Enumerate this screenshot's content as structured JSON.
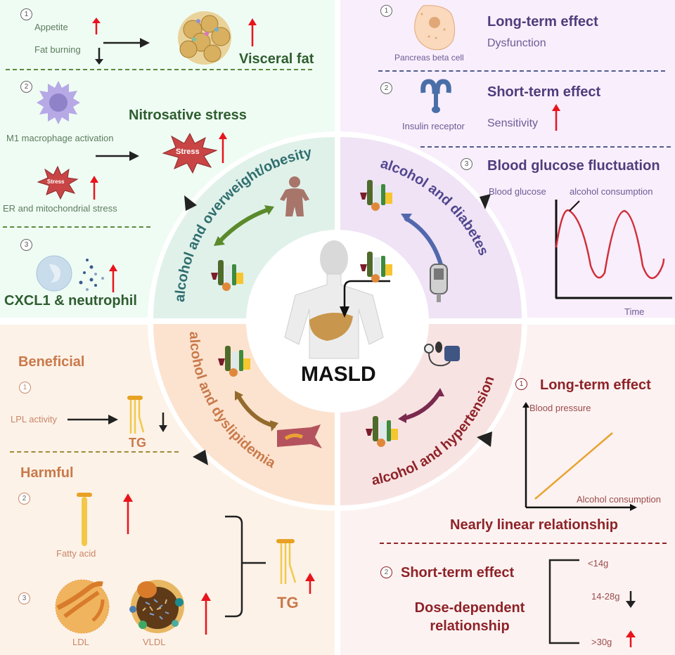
{
  "center": {
    "label": "MASLD"
  },
  "obesity": {
    "arc_label": "alcohol and overweight/obesity",
    "section1": {
      "num": "1",
      "appetite": "Appetite",
      "fat_burning": "Fat burning",
      "result": "Visceral fat"
    },
    "section2": {
      "num": "2",
      "macrophage": "M1 macrophage activation",
      "title": "Nitrosative stress",
      "stress_badge": "Stress",
      "er_stress": "ER and mitochondrial stress"
    },
    "section3": {
      "num": "3",
      "title": "CXCL1 & neutrophil"
    }
  },
  "diabetes": {
    "arc_label": "alcohol and diabetes",
    "section1": {
      "num": "1",
      "cell": "Pancreas beta cell",
      "title": "Long-term effect",
      "detail": "Dysfunction"
    },
    "section2": {
      "num": "2",
      "receptor": "Insulin receptor",
      "title": "Short-term effect",
      "detail": "Sensitivity"
    },
    "section3": {
      "num": "3",
      "title": "Blood glucose fluctuation",
      "y_label": "Blood glucose",
      "annotation": "alcohol consumption",
      "x_label": "Time"
    }
  },
  "dyslipidemia": {
    "arc_label": "alcohol and dyslipidemia",
    "beneficial": {
      "title": "Beneficial",
      "num": "1",
      "lpl": "LPL activity",
      "tg": "TG"
    },
    "harmful": {
      "title": "Harmful",
      "num2": "2",
      "fatty_acid": "Fatty acid",
      "num3": "3",
      "ldl": "LDL",
      "vldl": "VLDL",
      "tg": "TG"
    }
  },
  "hypertension": {
    "arc_label": "alcohol and hypertension",
    "section1": {
      "num": "1",
      "title": "Long-term effect",
      "y_label": "Blood pressure",
      "x_label": "Alcohol consumption",
      "relationship": "Nearly linear relationship"
    },
    "section2": {
      "num": "2",
      "title": "Short-term effect",
      "relationship_line1": "Dose-dependent",
      "relationship_line2": "relationship",
      "doses": [
        "<14g",
        "14-28g",
        ">30g"
      ]
    }
  },
  "colors": {
    "up_arrow": "#e8141c",
    "down_arrow": "#222222",
    "obesity": "#2f6e6e",
    "diabetes": "#52468f",
    "dyslipidemia": "#c97a4c",
    "hypertension": "#8e2328"
  }
}
